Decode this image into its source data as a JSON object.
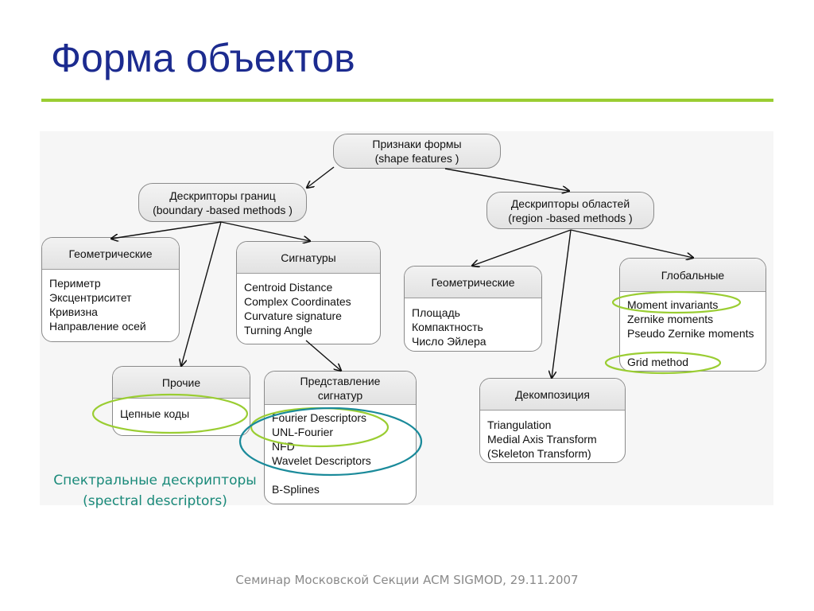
{
  "title": "Форма объектов",
  "root": {
    "line1": "Признаки формы",
    "line2": "(shape features )"
  },
  "boundary": {
    "line1": "Дескрипторы границ",
    "line2": "(boundary -based methods )"
  },
  "region": {
    "line1": "Дескрипторы областей",
    "line2": "(region -based methods )"
  },
  "geom_boundary": {
    "header": "Геометрические",
    "items": [
      "Периметр",
      "Эксцентриситет",
      "Кривизна",
      "Направление осей"
    ]
  },
  "signatures": {
    "header": "Сигнатуры",
    "items": [
      "Centroid Distance",
      "Complex Coordinates",
      "Curvature signature",
      "Turning Angle"
    ]
  },
  "other": {
    "header": "Прочие",
    "items": [
      "Цепные коды"
    ]
  },
  "sig_repr": {
    "header_line1": "Представление",
    "header_line2": "сигнатур",
    "items": [
      "Fourier Descriptors",
      "UNL-Fourier",
      "NFD",
      "Wavelet Descriptors",
      "",
      "B-Splines"
    ]
  },
  "geom_region": {
    "header": "Геометрические",
    "items": [
      "Площадь",
      "Компактность",
      "Число Эйлера"
    ]
  },
  "global": {
    "header": "Глобальные",
    "items": [
      "Moment invariants",
      "Zernike moments",
      "Pseudo Zernike moments",
      "",
      "Grid method"
    ]
  },
  "decomposition": {
    "header": "Декомпозиция",
    "items": [
      "Triangulation",
      "Medial Axis Transform",
      "(Skeleton Transform)"
    ]
  },
  "spectral": {
    "line1": "Спектральные дескрипторы",
    "line2": "(spectral descriptors)"
  },
  "footer": "Семинар Московской Секции ACM SIGMOD, 29.11.2007",
  "colors": {
    "title": "#1c2b8f",
    "rule": "#9acd32",
    "highlight_green": "#9acd32",
    "highlight_teal": "#1a8a9a",
    "spectral_text": "#1a8a7a"
  }
}
